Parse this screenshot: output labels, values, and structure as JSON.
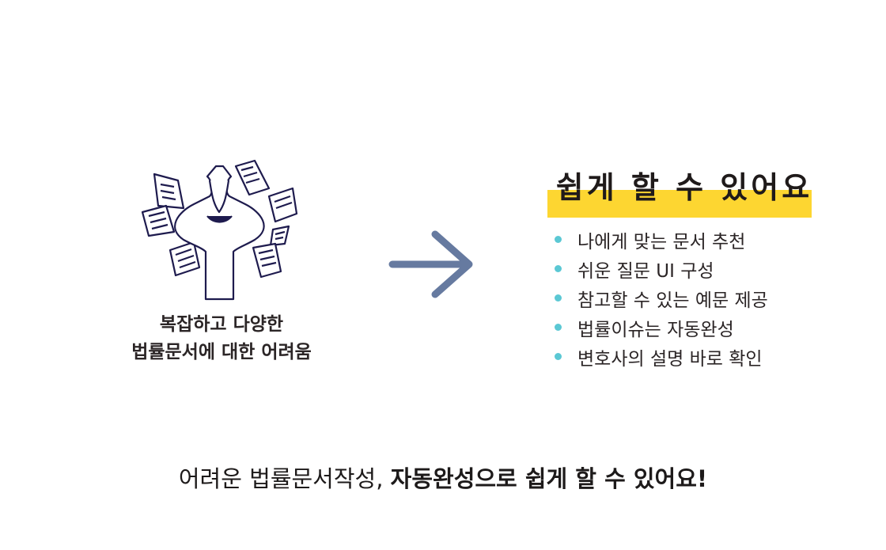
{
  "left": {
    "caption_line1": "복잡하고 다양한",
    "caption_line2": "법률문서에 대한 어려움",
    "illustration": "stressed-person-with-papers-icon"
  },
  "arrow": {
    "icon": "arrow-right-icon",
    "color": "#667aa0"
  },
  "right": {
    "headline": "쉽게 할 수 있어요",
    "highlight_color": "#fdd631",
    "bullet_color": "#5bc8d4",
    "items": [
      "나에게 맞는 문서 추천",
      "쉬운 질문 UI 구성",
      "참고할 수 있는 예문 제공",
      "법률이슈는 자동완성",
      "변호사의 설명 바로 확인"
    ]
  },
  "bottom": {
    "regular": "어려운 법률문서작성, ",
    "bold": "자동완성으로 쉽게 할 수 있어요!"
  }
}
